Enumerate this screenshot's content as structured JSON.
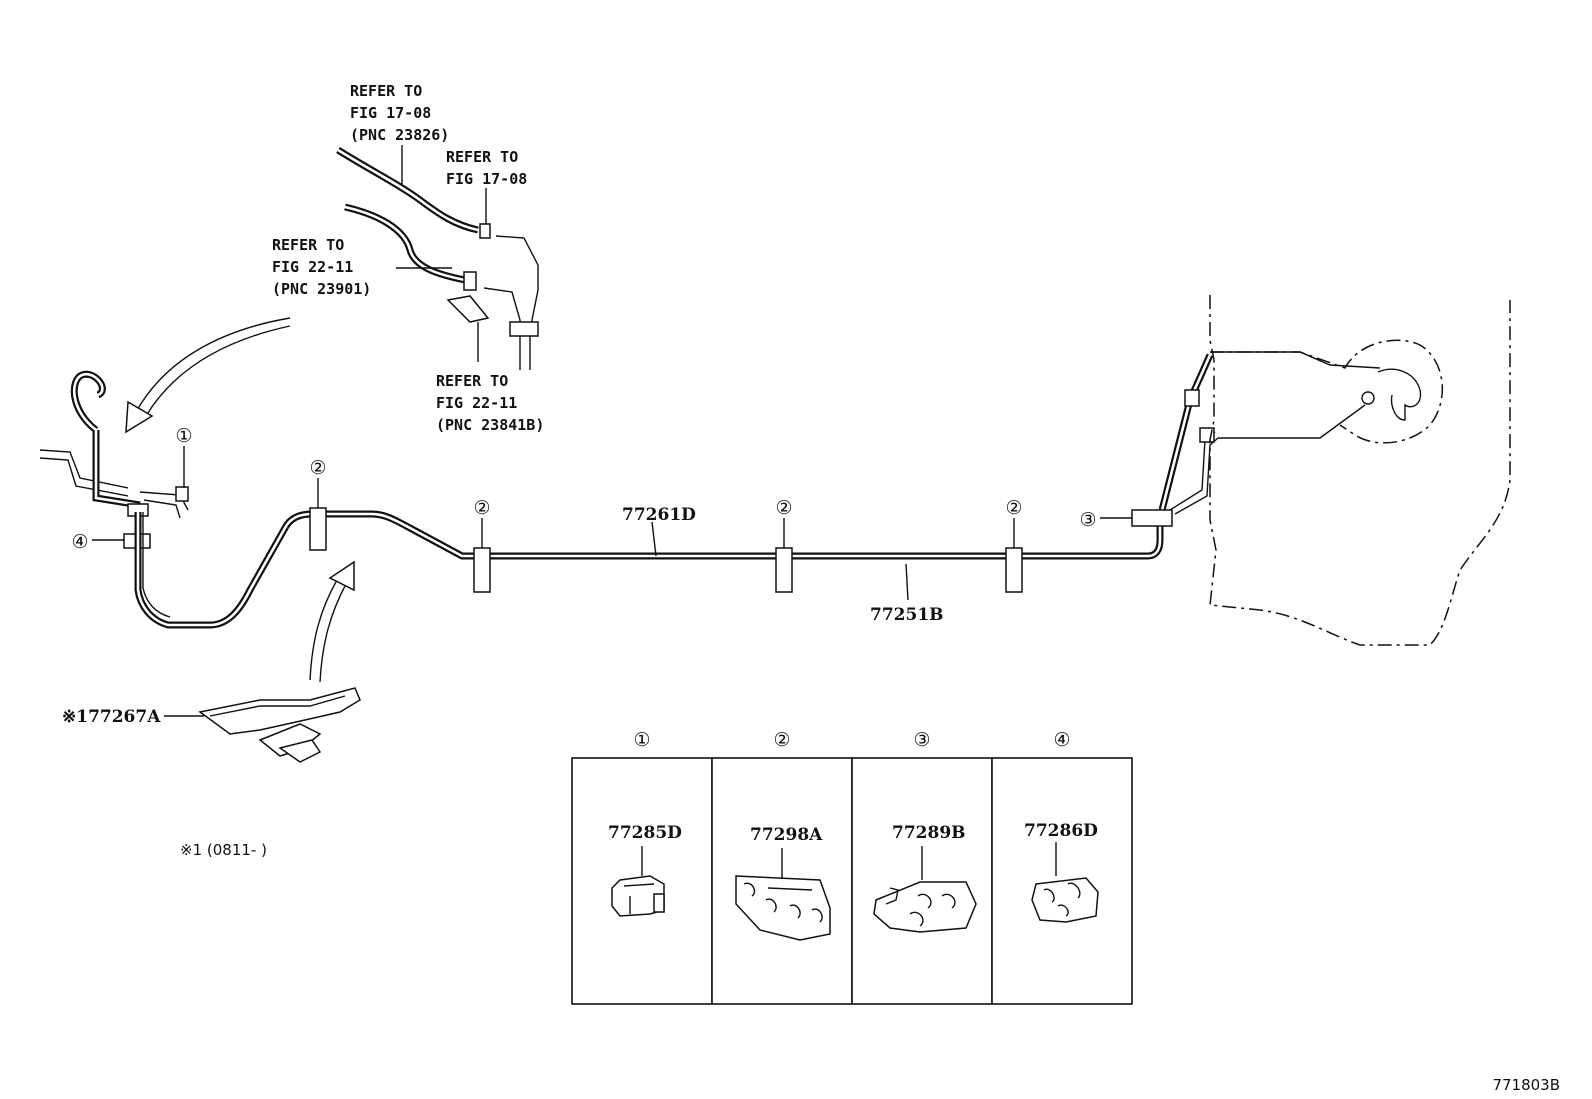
{
  "refs": {
    "fig17_pnc23826": [
      "REFER TO",
      "FIG 17-08",
      "(PNC 23826)"
    ],
    "fig17": [
      "REFER TO",
      "FIG 17-08"
    ],
    "fig22_pnc23901": [
      "REFER TO",
      "FIG 22-11",
      "(PNC 23901)"
    ],
    "fig22_pnc23841b": [
      "REFER TO",
      "FIG 22-11",
      "(PNC 23841B)"
    ]
  },
  "callouts": {
    "c1": "①",
    "c2": "②",
    "c3": "③",
    "c4": "④"
  },
  "parts": {
    "tube_upper": "77261D",
    "tube_lower": "77251B",
    "protector": "※177267A"
  },
  "note": "※1 (0811-    )",
  "legend": [
    {
      "callout": "①",
      "part": "77285D"
    },
    {
      "callout": "②",
      "part": "77298A"
    },
    {
      "callout": "③",
      "part": "77289B"
    },
    {
      "callout": "④",
      "part": "77286D"
    }
  ],
  "figure_id": "771803B"
}
